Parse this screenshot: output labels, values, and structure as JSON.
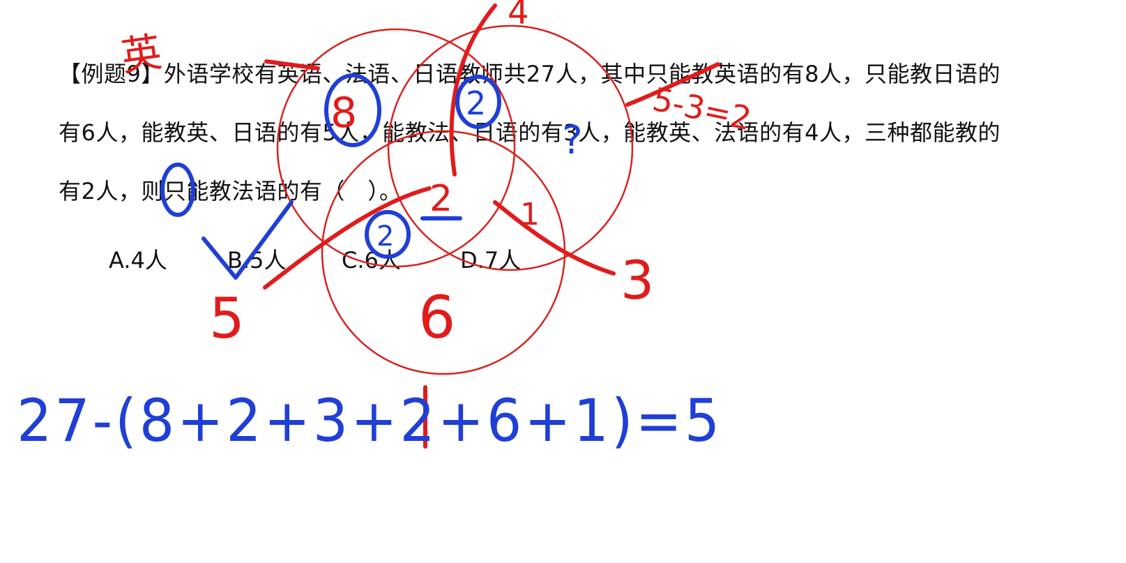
{
  "question": {
    "line1": "【例题9】外语学校有英语、法语、日语教师共27人，其中只能教英语的有8人，只能教日语的",
    "line2": "有6人，能教英、日语的有5人，能教法、日语的有3人，能教英、法语的有4人，三种都能教的",
    "line3": "有2人，则只能教法语的有（　）。"
  },
  "options": [
    "A.4人",
    "B.5人",
    "C.6人",
    "D.7人"
  ],
  "annotations": {
    "red_numbers": [
      "英",
      "4",
      "8",
      "2",
      "1",
      "3",
      "6",
      "5"
    ],
    "red_equation": "5-3=2",
    "blue_circled": [
      "8",
      "2",
      "2"
    ],
    "blue_equation": "27-(8+2+3+2+6+1)=5",
    "blue_question_mark": "?"
  },
  "colors": {
    "red_ink": "#e11b1b",
    "blue_ink": "#1f3fd6",
    "circle_stroke": "#d8221f"
  }
}
